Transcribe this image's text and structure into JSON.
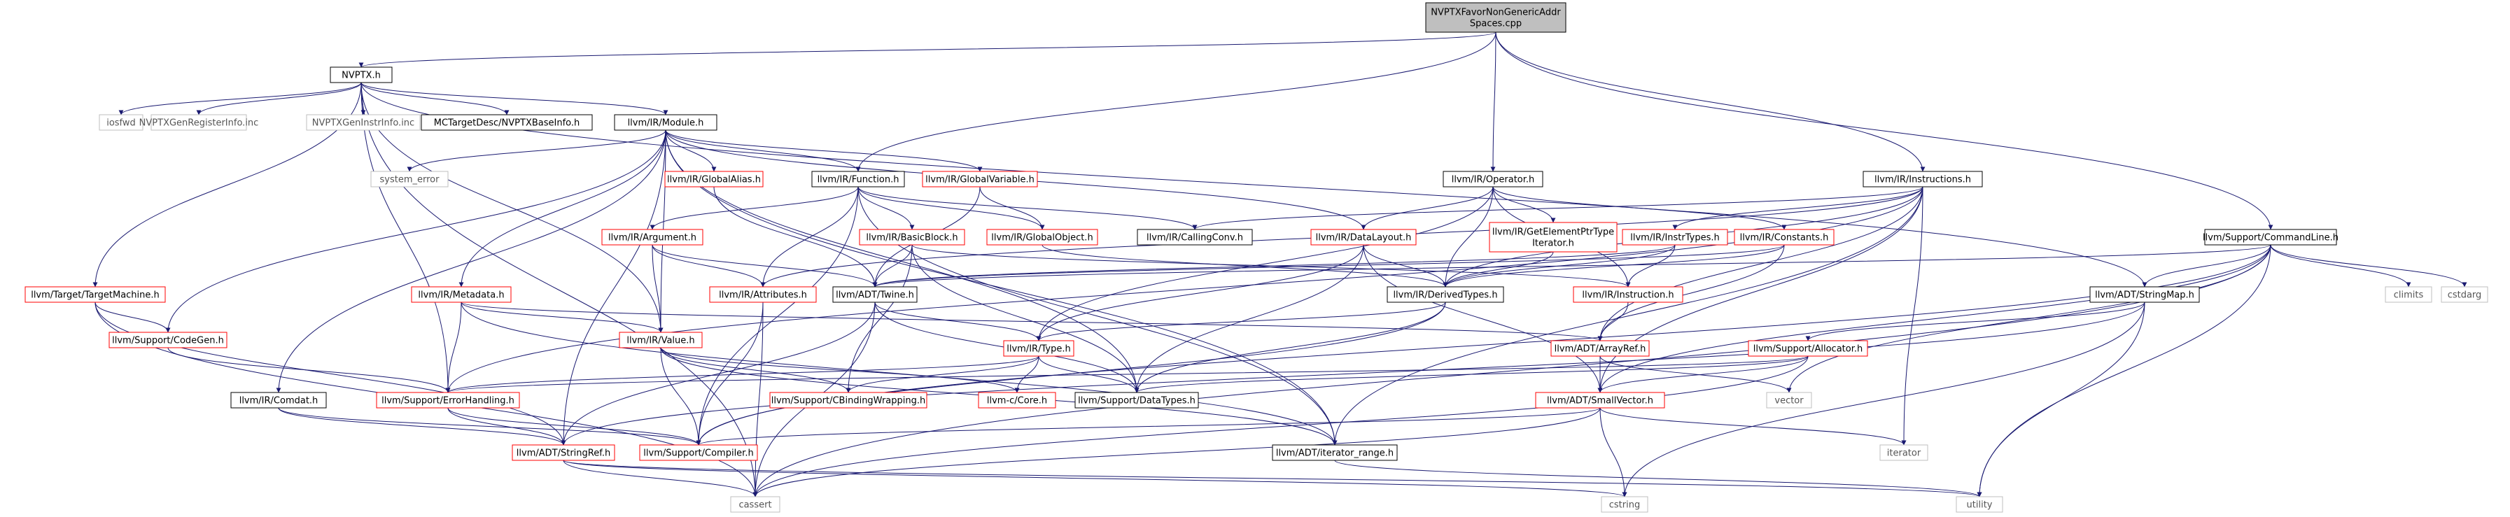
{
  "colors": {
    "root_fill": "#bfbfbf",
    "documented_border": "#000000",
    "undocumented_border": "#ff0000",
    "system_border": "#bfbfbf",
    "edge": "#191970",
    "text": "#000000"
  },
  "nodes": [
    {
      "id": "root",
      "lines": [
        "NVPTXFavorNonGenericAddr",
        "Spaces.cpp"
      ],
      "kind": "root"
    },
    {
      "id": "nvptx",
      "lines": [
        "NVPTX.h"
      ],
      "kind": "documented"
    },
    {
      "id": "iosfwd",
      "lines": [
        "iosfwd"
      ],
      "kind": "system"
    },
    {
      "id": "genreg",
      "lines": [
        "NVPTXGenRegisterInfo.inc"
      ],
      "kind": "system"
    },
    {
      "id": "geninstr",
      "lines": [
        "NVPTXGenInstrInfo.inc"
      ],
      "kind": "system"
    },
    {
      "id": "mctarget",
      "lines": [
        "MCTargetDesc/NVPTXBaseInfo.h"
      ],
      "kind": "documented"
    },
    {
      "id": "module",
      "lines": [
        "llvm/IR/Module.h"
      ],
      "kind": "documented"
    },
    {
      "id": "operator",
      "lines": [
        "llvm/IR/Operator.h"
      ],
      "kind": "documented"
    },
    {
      "id": "instructions",
      "lines": [
        "llvm/IR/Instructions.h"
      ],
      "kind": "documented"
    },
    {
      "id": "cmdline",
      "lines": [
        "llvm/Support/CommandLine.h"
      ],
      "kind": "documented"
    },
    {
      "id": "system_error",
      "lines": [
        "system_error"
      ],
      "kind": "system"
    },
    {
      "id": "globalalias",
      "lines": [
        "llvm/IR/GlobalAlias.h"
      ],
      "kind": "undocumented"
    },
    {
      "id": "function",
      "lines": [
        "llvm/IR/Function.h"
      ],
      "kind": "documented"
    },
    {
      "id": "globalvariable",
      "lines": [
        "llvm/IR/GlobalVariable.h"
      ],
      "kind": "undocumented"
    },
    {
      "id": "callingconv",
      "lines": [
        "llvm/IR/CallingConv.h"
      ],
      "kind": "documented"
    },
    {
      "id": "globalobject",
      "lines": [
        "llvm/IR/GlobalObject.h"
      ],
      "kind": "undocumented"
    },
    {
      "id": "datalayout",
      "lines": [
        "llvm/IR/DataLayout.h"
      ],
      "kind": "undocumented"
    },
    {
      "id": "gepti",
      "lines": [
        "llvm/IR/GetElementPtrType",
        "Iterator.h"
      ],
      "kind": "undocumented"
    },
    {
      "id": "intrtypes",
      "lines": [
        "llvm/IR/InstrTypes.h"
      ],
      "kind": "undocumented"
    },
    {
      "id": "constants",
      "lines": [
        "llvm/IR/Constants.h"
      ],
      "kind": "undocumented"
    },
    {
      "id": "stringmap",
      "lines": [
        "llvm/ADT/StringMap.h"
      ],
      "kind": "documented"
    },
    {
      "id": "climits",
      "lines": [
        "climits"
      ],
      "kind": "system"
    },
    {
      "id": "cstdarg",
      "lines": [
        "cstdarg"
      ],
      "kind": "system"
    },
    {
      "id": "targetmachine",
      "lines": [
        "llvm/Target/TargetMachine.h"
      ],
      "kind": "undocumented"
    },
    {
      "id": "argument",
      "lines": [
        "llvm/IR/Argument.h"
      ],
      "kind": "undocumented"
    },
    {
      "id": "basicblock",
      "lines": [
        "llvm/IR/BasicBlock.h"
      ],
      "kind": "undocumented"
    },
    {
      "id": "metadata",
      "lines": [
        "llvm/IR/Metadata.h"
      ],
      "kind": "undocumented"
    },
    {
      "id": "attributes",
      "lines": [
        "llvm/IR/Attributes.h"
      ],
      "kind": "undocumented"
    },
    {
      "id": "twine",
      "lines": [
        "llvm/ADT/Twine.h"
      ],
      "kind": "documented"
    },
    {
      "id": "derivedtypes",
      "lines": [
        "llvm/IR/DerivedTypes.h"
      ],
      "kind": "documented"
    },
    {
      "id": "instruction",
      "lines": [
        "llvm/IR/Instruction.h"
      ],
      "kind": "undocumented"
    },
    {
      "id": "codegen",
      "lines": [
        "llvm/Support/CodeGen.h"
      ],
      "kind": "undocumented"
    },
    {
      "id": "value",
      "lines": [
        "llvm/IR/Value.h"
      ],
      "kind": "undocumented"
    },
    {
      "id": "type",
      "lines": [
        "llvm/IR/Type.h"
      ],
      "kind": "undocumented"
    },
    {
      "id": "arrayref",
      "lines": [
        "llvm/ADT/ArrayRef.h"
      ],
      "kind": "undocumented"
    },
    {
      "id": "allocator",
      "lines": [
        "llvm/Support/Allocator.h"
      ],
      "kind": "undocumented"
    },
    {
      "id": "comdat",
      "lines": [
        "llvm/IR/Comdat.h"
      ],
      "kind": "documented"
    },
    {
      "id": "errorhandling",
      "lines": [
        "llvm/Support/ErrorHandling.h"
      ],
      "kind": "undocumented"
    },
    {
      "id": "cbinding",
      "lines": [
        "llvm/Support/CBindingWrapping.h"
      ],
      "kind": "undocumented"
    },
    {
      "id": "llvmc",
      "lines": [
        "llvm-c/Core.h"
      ],
      "kind": "undocumented"
    },
    {
      "id": "datatypes",
      "lines": [
        "llvm/Support/DataTypes.h"
      ],
      "kind": "documented"
    },
    {
      "id": "smallvector",
      "lines": [
        "llvm/ADT/SmallVector.h"
      ],
      "kind": "undocumented"
    },
    {
      "id": "vector",
      "lines": [
        "vector"
      ],
      "kind": "system"
    },
    {
      "id": "stringref",
      "lines": [
        "llvm/ADT/StringRef.h"
      ],
      "kind": "undocumented"
    },
    {
      "id": "compiler",
      "lines": [
        "llvm/Support/Compiler.h"
      ],
      "kind": "undocumented"
    },
    {
      "id": "iterrange",
      "lines": [
        "llvm/ADT/iterator_range.h"
      ],
      "kind": "documented"
    },
    {
      "id": "iterator",
      "lines": [
        "iterator"
      ],
      "kind": "system"
    },
    {
      "id": "cassert",
      "lines": [
        "cassert"
      ],
      "kind": "system"
    },
    {
      "id": "cstring",
      "lines": [
        "cstring"
      ],
      "kind": "system"
    },
    {
      "id": "utility",
      "lines": [
        "utility"
      ],
      "kind": "system"
    }
  ],
  "edges": [
    [
      "root",
      "nvptx"
    ],
    [
      "root",
      "function"
    ],
    [
      "root",
      "operator"
    ],
    [
      "root",
      "instructions"
    ],
    [
      "root",
      "cmdline"
    ],
    [
      "nvptx",
      "iosfwd"
    ],
    [
      "nvptx",
      "genreg"
    ],
    [
      "nvptx",
      "geninstr"
    ],
    [
      "nvptx",
      "mctarget"
    ],
    [
      "nvptx",
      "module"
    ],
    [
      "nvptx",
      "value"
    ],
    [
      "nvptx",
      "targetmachine"
    ],
    [
      "nvptx",
      "errorhandling"
    ],
    [
      "nvptx",
      "cassert"
    ],
    [
      "nvptx",
      "stringmap"
    ],
    [
      "module",
      "system_error"
    ],
    [
      "module",
      "globalalias"
    ],
    [
      "module",
      "function"
    ],
    [
      "module",
      "globalvariable"
    ],
    [
      "module",
      "datalayout"
    ],
    [
      "module",
      "metadata"
    ],
    [
      "module",
      "comdat"
    ],
    [
      "module",
      "codegen"
    ],
    [
      "module",
      "datatypes"
    ],
    [
      "module",
      "value"
    ],
    [
      "module",
      "iterrange"
    ],
    [
      "module",
      "stringref"
    ],
    [
      "globalalias",
      "twine"
    ],
    [
      "globalvariable",
      "globalobject"
    ],
    [
      "globalvariable",
      "twine"
    ],
    [
      "function",
      "argument"
    ],
    [
      "function",
      "basicblock"
    ],
    [
      "function",
      "callingconv"
    ],
    [
      "function",
      "globalobject"
    ],
    [
      "function",
      "attributes"
    ],
    [
      "function",
      "compiler"
    ],
    [
      "function",
      "iterrange"
    ],
    [
      "operator",
      "type"
    ],
    [
      "operator",
      "datalayout"
    ],
    [
      "operator",
      "gepti"
    ],
    [
      "operator",
      "constants"
    ],
    [
      "operator",
      "derivedtypes"
    ],
    [
      "operator",
      "instruction"
    ],
    [
      "instructions",
      "callingconv"
    ],
    [
      "instructions",
      "intrtypes"
    ],
    [
      "instructions",
      "attributes"
    ],
    [
      "instructions",
      "derivedtypes"
    ],
    [
      "instructions",
      "arrayref"
    ],
    [
      "instructions",
      "smallvector"
    ],
    [
      "instructions",
      "iterrange"
    ],
    [
      "instructions",
      "iterator"
    ],
    [
      "instructions",
      "errorhandling"
    ],
    [
      "cmdline",
      "stringmap"
    ],
    [
      "cmdline",
      "twine"
    ],
    [
      "cmdline",
      "climits"
    ],
    [
      "cmdline",
      "cstdarg"
    ],
    [
      "cmdline",
      "smallvector"
    ],
    [
      "cmdline",
      "vector"
    ],
    [
      "cmdline",
      "compiler"
    ],
    [
      "cmdline",
      "utility"
    ],
    [
      "cmdline",
      "cassert"
    ],
    [
      "datalayout",
      "derivedtypes"
    ],
    [
      "datalayout",
      "type"
    ],
    [
      "datalayout",
      "smallvector"
    ],
    [
      "datalayout",
      "datatypes"
    ],
    [
      "gepti",
      "derivedtypes"
    ],
    [
      "intrtypes",
      "instruction"
    ],
    [
      "intrtypes",
      "derivedtypes"
    ],
    [
      "intrtypes",
      "twine"
    ],
    [
      "constants",
      "derivedtypes"
    ],
    [
      "constants",
      "arrayref"
    ],
    [
      "constants",
      "twine"
    ],
    [
      "globalobject",
      "derivedtypes"
    ],
    [
      "stringmap",
      "allocator"
    ],
    [
      "stringmap",
      "stringref"
    ],
    [
      "stringmap",
      "cstring"
    ],
    [
      "stringmap",
      "utility"
    ],
    [
      "targetmachine",
      "codegen"
    ],
    [
      "targetmachine",
      "stringref"
    ],
    [
      "targetmachine",
      "cassert"
    ],
    [
      "argument",
      "attributes"
    ],
    [
      "argument",
      "twine"
    ],
    [
      "argument",
      "value"
    ],
    [
      "basicblock",
      "twine"
    ],
    [
      "basicblock",
      "cbinding"
    ],
    [
      "basicblock",
      "datatypes"
    ],
    [
      "basicblock",
      "instruction"
    ],
    [
      "metadata",
      "value"
    ],
    [
      "metadata",
      "errorhandling"
    ],
    [
      "metadata",
      "arrayref"
    ],
    [
      "metadata",
      "iterrange"
    ],
    [
      "attributes",
      "compiler"
    ],
    [
      "attributes",
      "cassert"
    ],
    [
      "twine",
      "type"
    ],
    [
      "twine",
      "stringref"
    ],
    [
      "twine",
      "cassert"
    ],
    [
      "twine",
      "datatypes"
    ],
    [
      "derivedtypes",
      "type"
    ],
    [
      "derivedtypes",
      "datatypes"
    ],
    [
      "derivedtypes",
      "compiler"
    ],
    [
      "instruction",
      "arrayref"
    ],
    [
      "codegen",
      "errorhandling"
    ],
    [
      "value",
      "cbinding"
    ],
    [
      "value",
      "llvmc"
    ],
    [
      "value",
      "compiler"
    ],
    [
      "value",
      "iterrange"
    ],
    [
      "type",
      "errorhandling"
    ],
    [
      "type",
      "cbinding"
    ],
    [
      "type",
      "llvmc"
    ],
    [
      "type",
      "datatypes"
    ],
    [
      "arrayref",
      "smallvector"
    ],
    [
      "arrayref",
      "vector"
    ],
    [
      "allocator",
      "smallvector"
    ],
    [
      "allocator",
      "datatypes"
    ],
    [
      "allocator",
      "errorhandling"
    ],
    [
      "allocator",
      "cassert"
    ],
    [
      "comdat",
      "compiler"
    ],
    [
      "comdat",
      "stringref"
    ],
    [
      "errorhandling",
      "compiler"
    ],
    [
      "errorhandling",
      "stringref"
    ],
    [
      "smallvector",
      "compiler"
    ],
    [
      "smallvector",
      "iterator"
    ],
    [
      "smallvector",
      "cstring"
    ],
    [
      "smallvector",
      "cassert"
    ],
    [
      "stringref",
      "cassert"
    ],
    [
      "stringref",
      "cstring"
    ],
    [
      "stringref",
      "utility"
    ],
    [
      "iterrange",
      "utility"
    ]
  ]
}
